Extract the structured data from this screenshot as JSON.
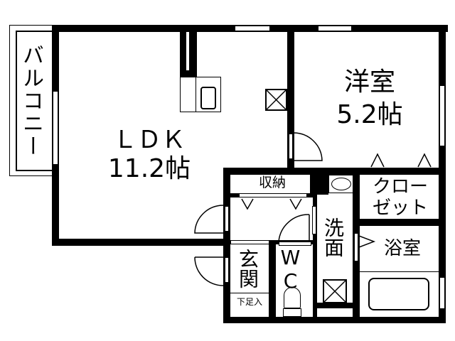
{
  "floorplan": {
    "rooms": {
      "balcony": {
        "label": "バルコニー"
      },
      "ldk": {
        "label": "ＬＤＫ",
        "size": "11.2帖"
      },
      "western_room": {
        "label": "洋室",
        "size": "5.2帖"
      },
      "storage": {
        "label": "収納"
      },
      "closet": {
        "line1": "クロー",
        "line2": "ゼット"
      },
      "washroom": {
        "label": "洗面"
      },
      "bathroom": {
        "label": "浴室"
      },
      "entrance": {
        "label": "玄関"
      },
      "shoe_box": {
        "label": "下足入"
      },
      "toilet": {
        "label": "WC"
      }
    },
    "colors": {
      "wall": "#000000",
      "background": "#ffffff"
    }
  }
}
